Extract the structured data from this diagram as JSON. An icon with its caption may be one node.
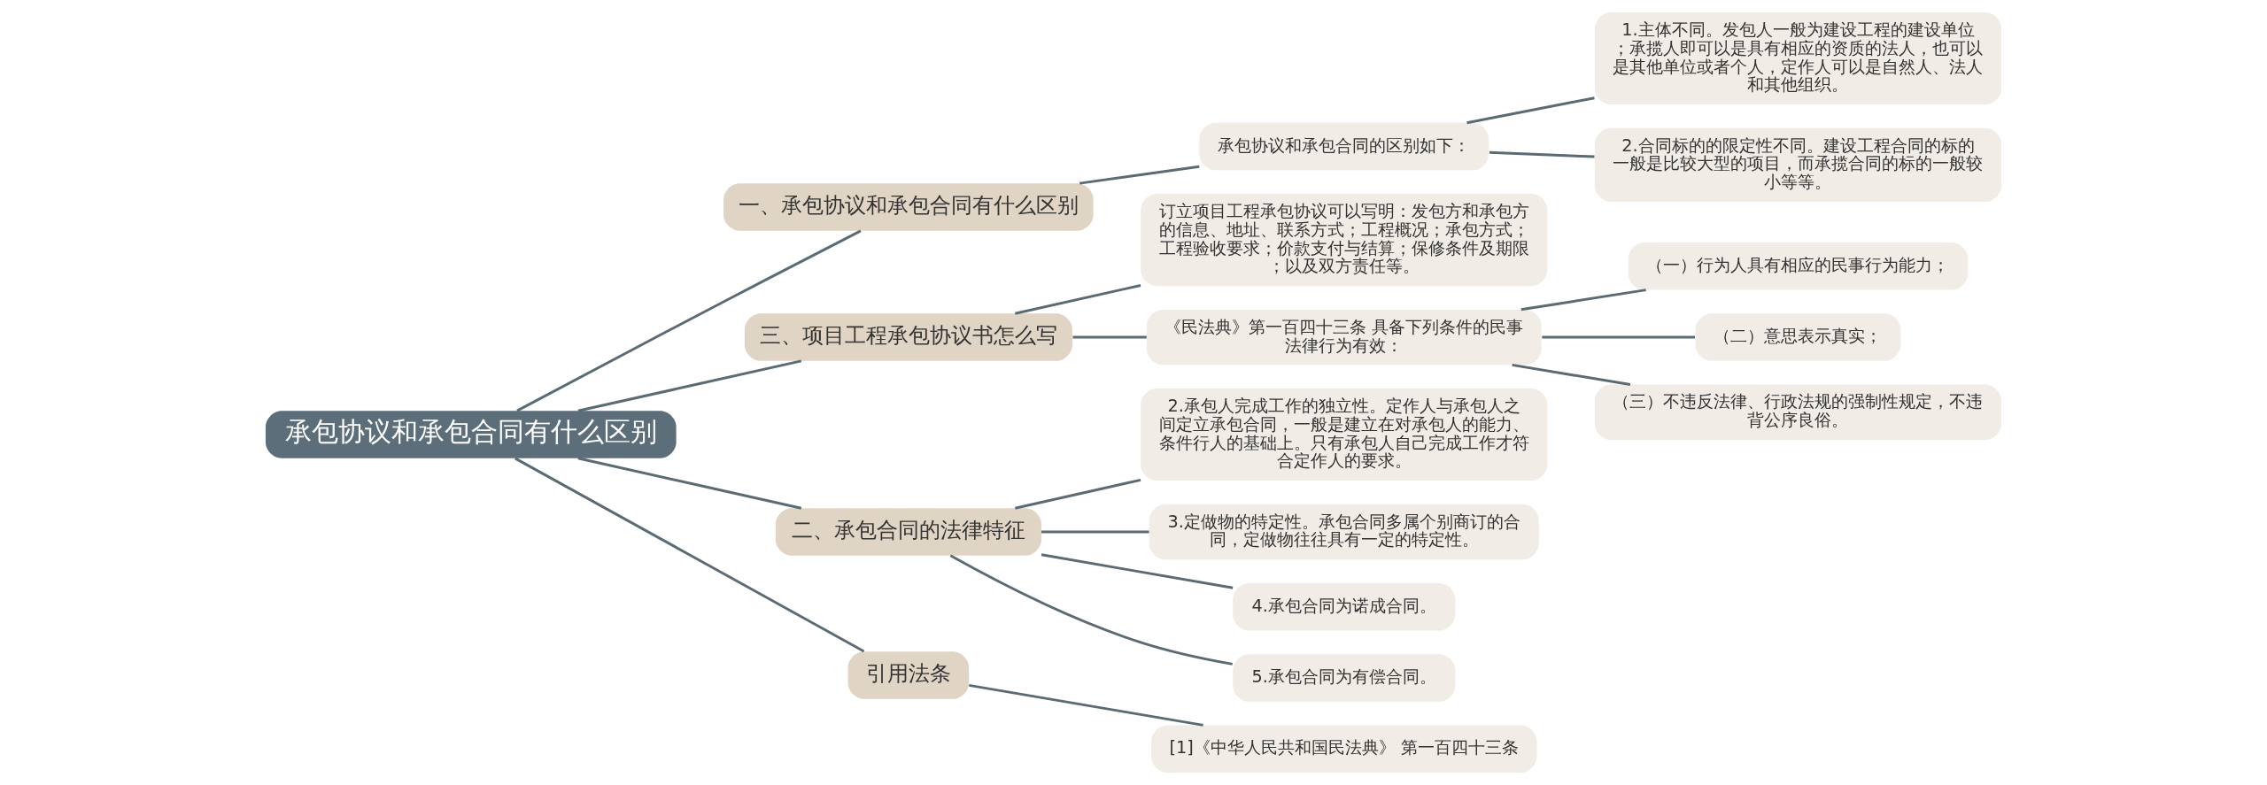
{
  "diagram": {
    "nodes": [
      {
        "text": [
          "承包协议和承包合同有什么区别"
        ]
      },
      {
        "text": [
          "一、承包协议和承包合同有什么区别"
        ]
      },
      {
        "text": [
          "承包协议和承包合同的区别如下："
        ]
      },
      {
        "text": [
          "1.主体不同。发包人一般为建设工程的建设单位；承揽人即可以是具有相应的资质的法人，也可以是其他单位或者个人，定作人可以是自然人、法人和其他组织。"
        ]
      },
      {
        "text": [
          "2.合同标的的限定性不同。建设工程合同的标的一般是比较大型的项目，而承揽合同的标的一般较小等等。"
        ]
      },
      {
        "text": [
          "三、项目工程承包协议书怎么写"
        ]
      },
      {
        "text": [
          "订立项目工程承包协议可以写明：发包方和承包方的信息、地址、联系方式；工程概况；承包方式；工程验收要求；价款支付与结算；保修条件及期限；以及双方责任等。"
        ]
      },
      {
        "text": [
          "《民法典》第一百四十三条 具备下列条件的民事法律行为有效："
        ]
      },
      {
        "text": [
          "（一）行为人具有相应的民事行为能力；"
        ]
      },
      {
        "text": [
          "（二）意思表示真实；"
        ]
      },
      {
        "text": [
          "（三）不违反法律、行政法规的强制性规定，不违背公序良俗。"
        ]
      },
      {
        "text": [
          "二、承包合同的法律特征"
        ]
      },
      {
        "text": [
          "2.承包人完成工作的独立性。定作人与承包人之间定立承包合同，一般是建立在对承包人的能力、条件行人的基础上。只有承包人自己完成工作才符合定作人的要求。"
        ]
      },
      {
        "text": [
          "3.定做物的特定性。承包合同多属个别商订的合同，定做物往往具有一定的特定性。"
        ]
      },
      {
        "text": [
          "4.承包合同为诺成合同。"
        ]
      },
      {
        "text": [
          "5.承包合同为有偿合同。"
        ]
      },
      {
        "text": [
          "引用法条"
        ]
      },
      {
        "text": [
          "[1]《中华人民共和国民法典》 第一百四十三条"
        ]
      }
    ],
    "edges": [
      {
        "from": 0,
        "to": 1,
        "arrow": "none"
      },
      {
        "from": 1,
        "to": 2,
        "arrow": "none"
      },
      {
        "from": 2,
        "to": 3,
        "arrow": "none"
      },
      {
        "from": 2,
        "to": 4,
        "arrow": "none"
      },
      {
        "from": 0,
        "to": 5,
        "arrow": "none"
      },
      {
        "from": 5,
        "to": 6,
        "arrow": "none"
      },
      {
        "from": 5,
        "to": 7,
        "arrow": "none"
      },
      {
        "from": 7,
        "to": 8,
        "arrow": "none"
      },
      {
        "from": 7,
        "to": 9,
        "arrow": "none"
      },
      {
        "from": 7,
        "to": 10,
        "arrow": "none"
      },
      {
        "from": 0,
        "to": 11,
        "arrow": "none"
      },
      {
        "from": 11,
        "to": 12,
        "arrow": "none"
      },
      {
        "from": 11,
        "to": 13,
        "arrow": "none"
      },
      {
        "from": 11,
        "to": 14,
        "arrow": "none"
      },
      {
        "from": 11,
        "to": 15,
        "arrow": "none"
      },
      {
        "from": 0,
        "to": 16,
        "arrow": "none"
      },
      {
        "from": 16,
        "to": 17,
        "arrow": "none"
      }
    ]
  }
}
